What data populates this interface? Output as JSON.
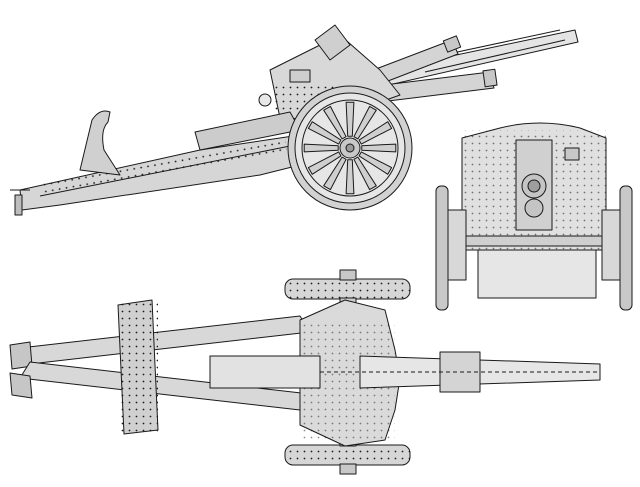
{
  "figure": {
    "views": [
      {
        "id": "side-view",
        "view": "side"
      },
      {
        "id": "front-view",
        "view": "front"
      },
      {
        "id": "top-view",
        "view": "top"
      }
    ],
    "colors": {
      "line": "#1a1a1a",
      "fill": "#dcdcdc",
      "fill_light": "#ececec",
      "fill_dark": "#bdbdbd",
      "background": "#ffffff"
    },
    "labels": []
  }
}
